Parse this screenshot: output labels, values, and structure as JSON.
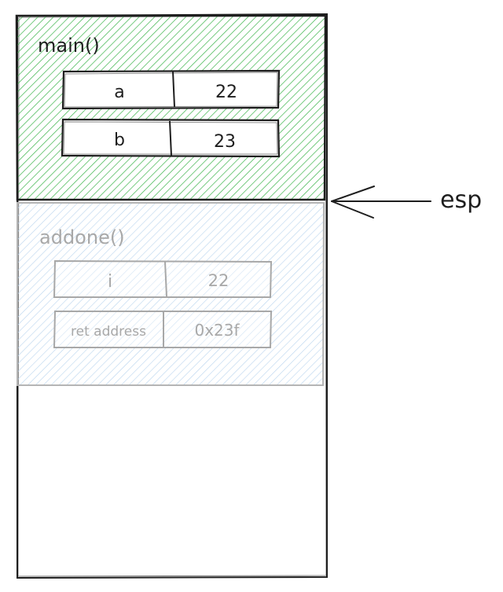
{
  "frames": {
    "main": {
      "title": "main()",
      "rows": [
        {
          "name": "a",
          "value": "22"
        },
        {
          "name": "b",
          "value": "23"
        }
      ]
    },
    "addone": {
      "title": "addone()",
      "rows": [
        {
          "name": "i",
          "value": "22"
        },
        {
          "name": "ret address",
          "value": "0x23f"
        }
      ]
    }
  },
  "pointer": {
    "label": "esp"
  },
  "colors": {
    "main_hatch": "#3cb44b",
    "addone_hatch": "#a9c8e8",
    "faded_stroke": "#a8a8a8",
    "stroke": "#1e1e1e"
  }
}
